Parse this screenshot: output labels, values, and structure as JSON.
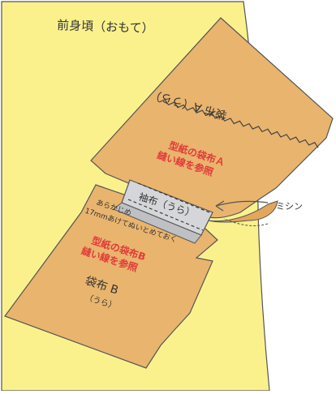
{
  "labels": {
    "front_body": "前身頃（おもて）",
    "pocket_a": "袋布 A（うら）",
    "pocket_a_red": [
      "型紙の袋布Ａ",
      "縫い線を参照"
    ],
    "facing": "袖布（うら）",
    "mishin": "ミシン",
    "note": [
      "あらかじめ",
      "17mmあけてぬいとめておく"
    ],
    "pocket_b_red": [
      "型紙の袋布B",
      "縫い線を参照"
    ],
    "pocket_b": [
      "袋布 B",
      "（うら）"
    ]
  },
  "colors": {
    "fabric_body": "#faf18d",
    "pocket_fabric": "#e9b46d",
    "facing_fabric": "#d5d6d9",
    "red_text": "#e23a3a",
    "ink": "#333333"
  }
}
